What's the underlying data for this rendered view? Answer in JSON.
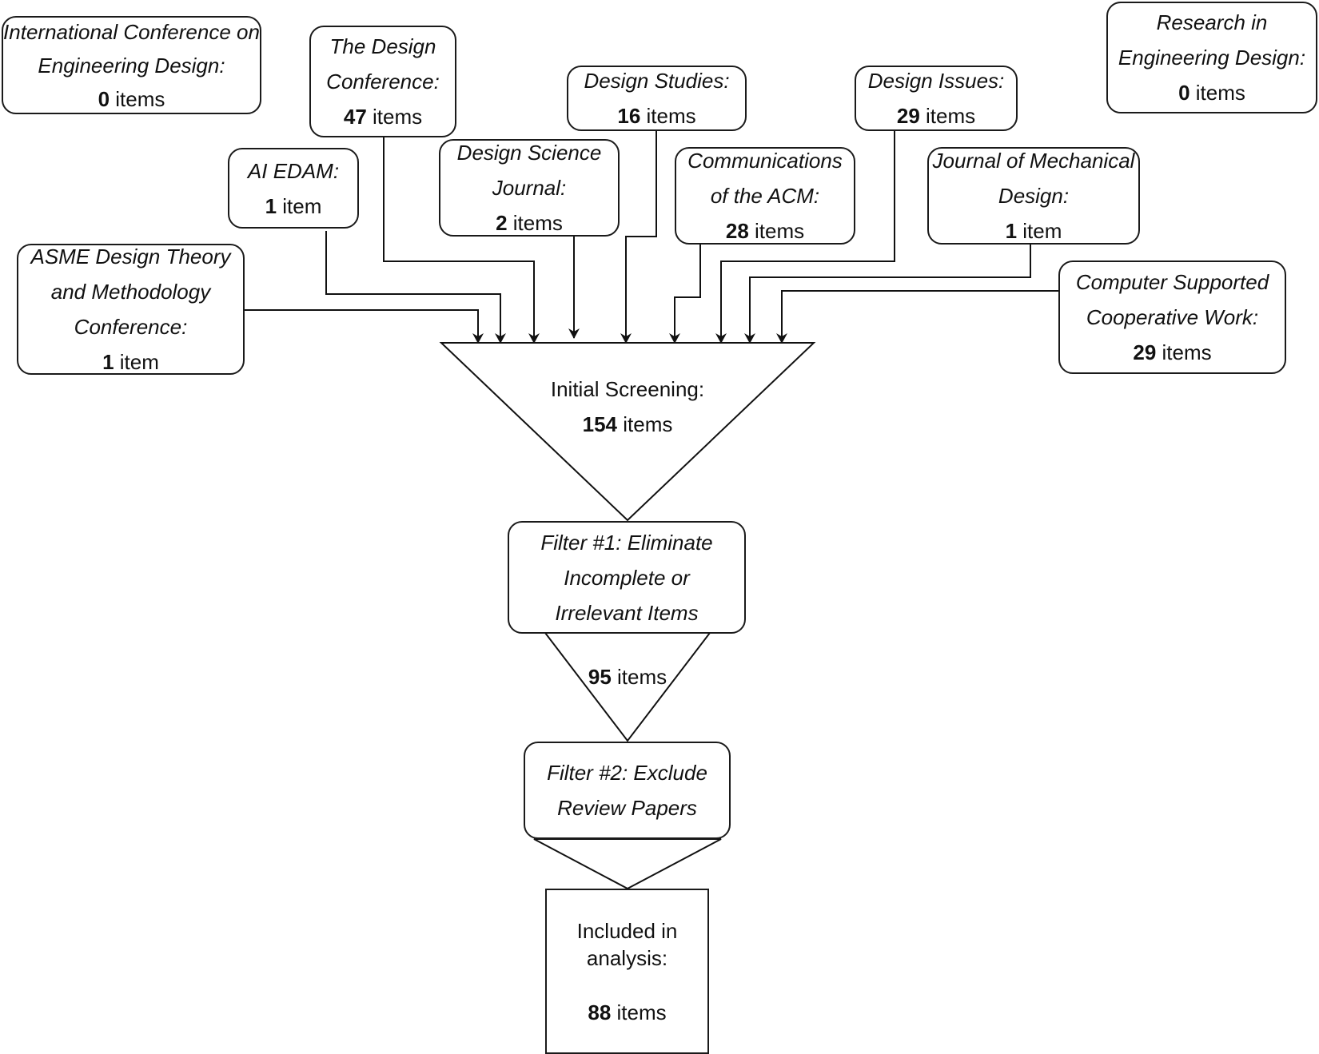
{
  "sources": {
    "iced": {
      "name": "International Conference on Engineering Design:",
      "count": "0",
      "unit": "items"
    },
    "design_conference": {
      "name": "The Design Conference:",
      "count": "47",
      "unit": "items"
    },
    "design_studies": {
      "name": "Design Studies:",
      "count": "16",
      "unit": "items"
    },
    "design_issues": {
      "name": "Design Issues:",
      "count": "29",
      "unit": "items"
    },
    "ried": {
      "name": "Research in Engineering Design:",
      "count": "0",
      "unit": "items"
    },
    "ai_edam": {
      "name": "AI EDAM:",
      "count": "1",
      "unit": "item"
    },
    "design_science": {
      "name": "Design Science Journal:",
      "count": "2",
      "unit": "items"
    },
    "cacm": {
      "name": "Communications of the ACM:",
      "count": "28",
      "unit": "items"
    },
    "jmd": {
      "name": "Journal of Mechanical Design:",
      "count": "1",
      "unit": "item"
    },
    "asme_dtm": {
      "name": "ASME Design Theory and Methodology Conference:",
      "count": "1",
      "unit": "item"
    },
    "cscw": {
      "name": "Computer Supported Cooperative Work:",
      "count": "29",
      "unit": "items"
    }
  },
  "stages": {
    "initial": {
      "label": "Initial Screening:",
      "count": "154",
      "unit": "items"
    },
    "filter1": {
      "label": "Filter #1: Eliminate Incomplete or Irrelevant Items"
    },
    "after_filter1": {
      "count": "95",
      "unit": "items"
    },
    "filter2": {
      "label": "Filter #2: Exclude Review Papers"
    },
    "final": {
      "label": "Included in analysis:",
      "count": "88",
      "unit": "items"
    }
  }
}
